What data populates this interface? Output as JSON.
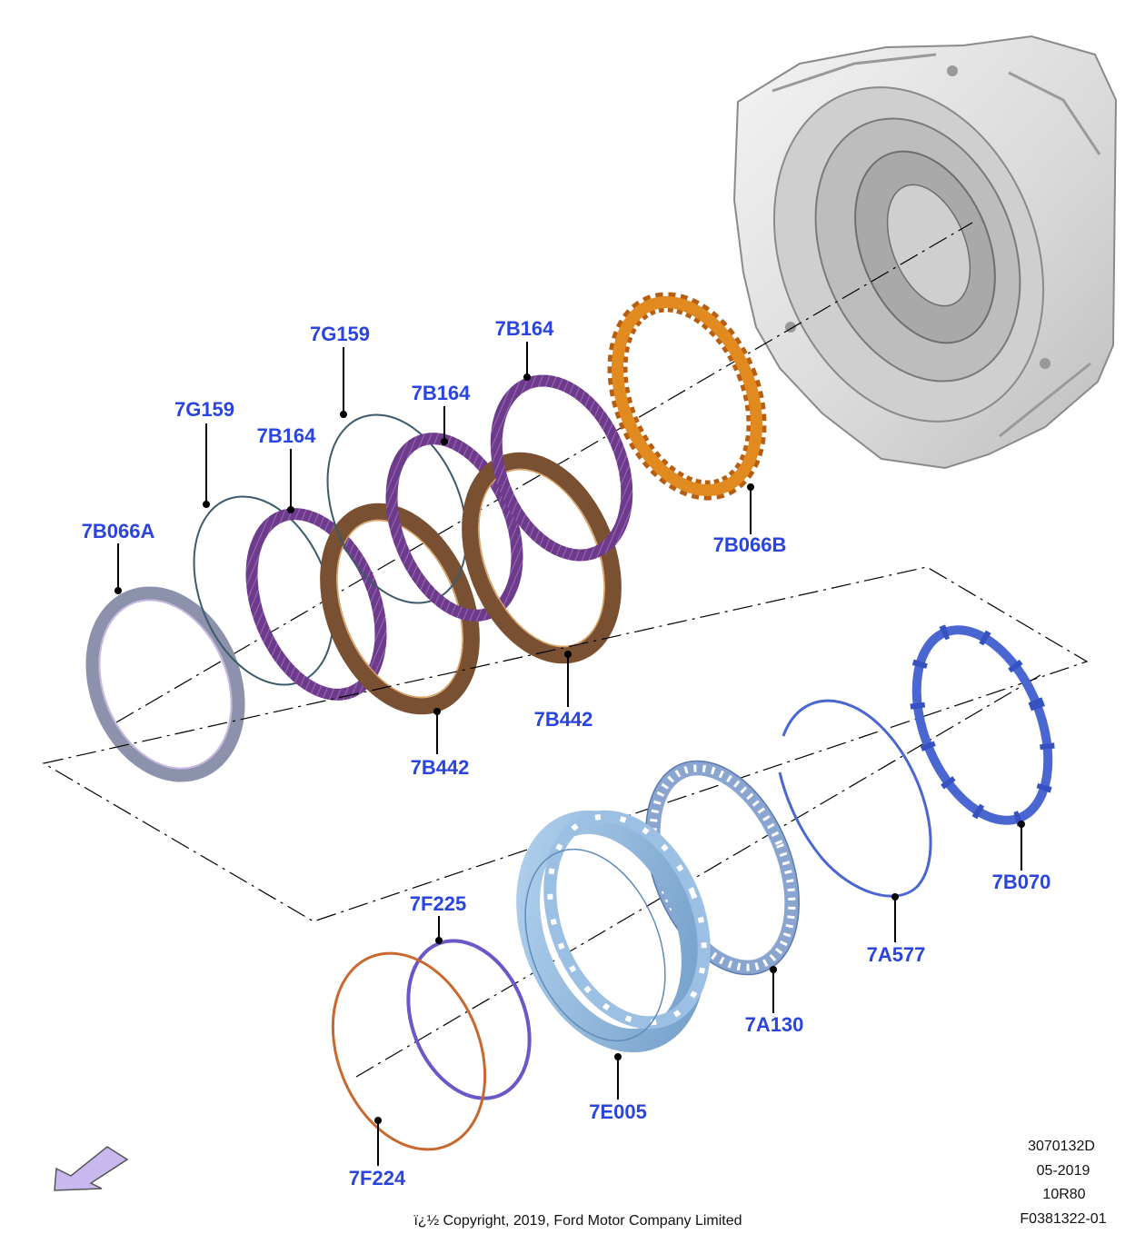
{
  "callouts": {
    "p7B066A": "7B066A",
    "p7G159_a": "7G159",
    "p7G159_b": "7G159",
    "p7B164_a": "7B164",
    "p7B164_b": "7B164",
    "p7B164_c": "7B164",
    "p7B442_a": "7B442",
    "p7B442_b": "7B442",
    "p7B066B": "7B066B",
    "p7F224": "7F224",
    "p7F225": "7F225",
    "p7E005": "7E005",
    "p7A130": "7A130",
    "p7A577": "7A577",
    "p7B070": "7B070"
  },
  "info": {
    "line1": "3070132D",
    "line2": "05-2019",
    "line3": "10R80",
    "line4": "F0381322-01"
  },
  "copyright": "ï¿½ Copyright, 2019, Ford Motor Company Limited",
  "colors": {
    "label_blue": "#2a44e0",
    "friction_purple": "#6e3a8c",
    "steel_brown": "#7a5032",
    "orange_plate": "#d07a18",
    "blue_plate": "#4a66d0",
    "gray_shim": "#8c92ac",
    "light_blue_part": "#8fb4dc",
    "housing_gray": "#e2e2e2"
  },
  "icons": {
    "direction": "front-direction-arrow-icon"
  }
}
